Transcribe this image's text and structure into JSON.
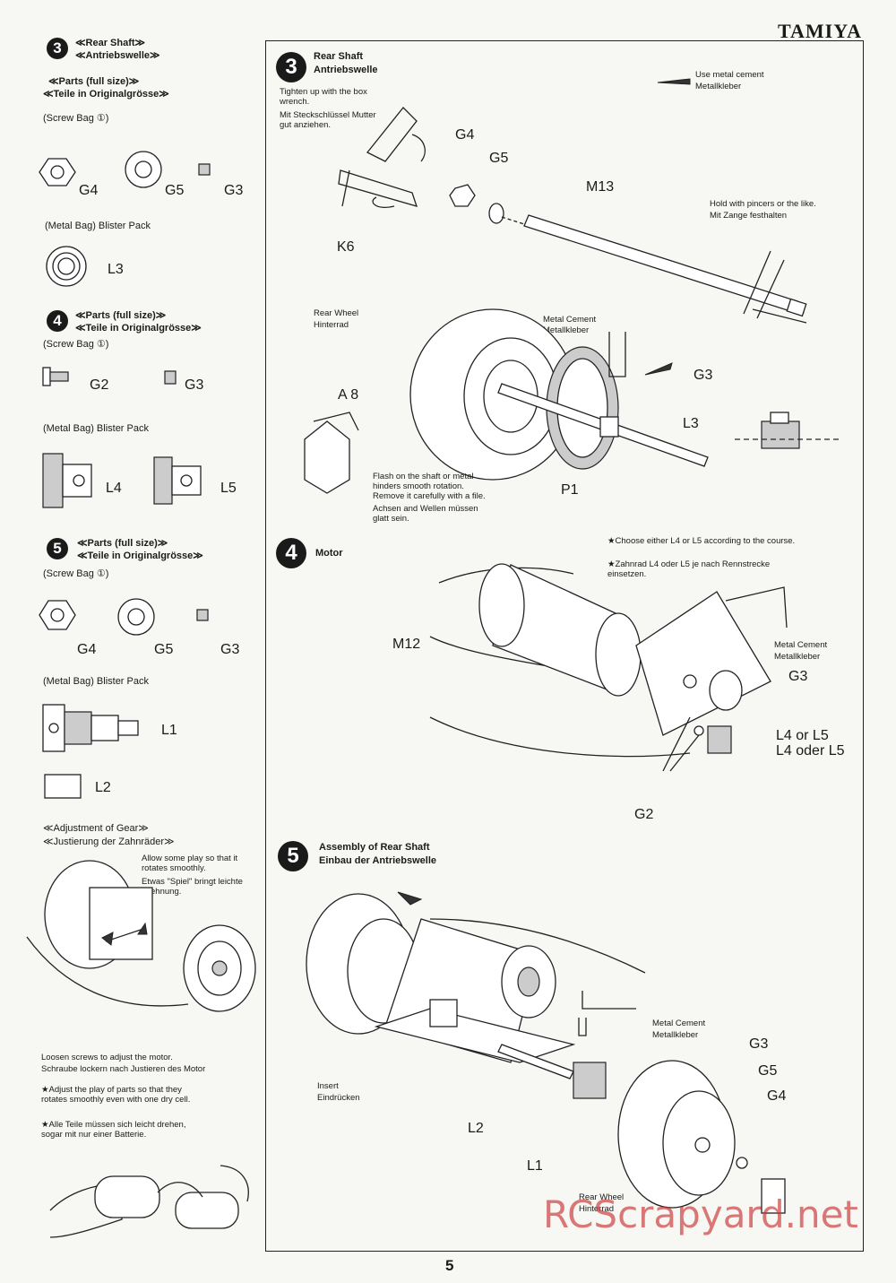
{
  "brand": "TAMIYA",
  "page_number": "5",
  "watermark": "RCScrapyard.net",
  "left": {
    "s3": {
      "num": "3",
      "title_en": "≪Rear Shaft≫",
      "title_de": "≪Antriebswelle≫",
      "parts_en": "≪Parts (full size)≫",
      "parts_de": "≪Teile in Originalgrösse≫",
      "screw_bag": "(Screw Bag ①)",
      "parts1": [
        "G4",
        "G5",
        "G3"
      ],
      "metal_bag": "(Metal Bag) Blister Pack",
      "parts2": [
        "L3"
      ]
    },
    "s4": {
      "num": "4",
      "parts_en": "≪Parts (full size)≫",
      "parts_de": "≪Teile in Originalgrösse≫",
      "screw_bag": "(Screw Bag ①)",
      "parts1": [
        "G2",
        "G3"
      ],
      "metal_bag": "(Metal Bag) Blister Pack",
      "parts2": [
        "L4",
        "L5"
      ]
    },
    "s5": {
      "num": "5",
      "parts_en": "≪Parts (full size)≫",
      "parts_de": "≪Teile in Originalgrösse≫",
      "screw_bag": "(Screw Bag ①)",
      "parts1": [
        "G4",
        "G5",
        "G3"
      ],
      "metal_bag": "(Metal Bag) Blister Pack",
      "parts2": [
        "L1",
        "L2"
      ]
    },
    "adjust": {
      "title_en": "≪Adjustment of Gear≫",
      "title_de": "≪Justierung der Zahnräder≫",
      "play_en": "Allow some play so that it rotates smoothly.",
      "play_de": "Etwas \"Spiel\" bringt leichte Drehnung.",
      "loosen_en": "Loosen screws to adjust the motor.",
      "loosen_de": "Schraube lockern nach Justieren des Motor",
      "note_en": "★Adjust the play of parts so that they rotates smoothly even with one dry cell.",
      "note_de": "★Alle Teile müssen sich leicht drehen, sogar mit nur einer Batterie."
    }
  },
  "main": {
    "s3": {
      "num": "3",
      "title_en": "Rear Shaft",
      "title_de": "Antriebswelle",
      "tighten_en": "Tighten up with the box wrench.",
      "tighten_de": "Mit Steckschlüssel Mutter gut anziehen.",
      "cement_en": "Use metal cement",
      "cement_de": "Metallkleber",
      "pincers_en": "Hold with pincers or the like.",
      "pincers_de": "Mit Zange festhalten",
      "labels": {
        "g4": "G4",
        "g5": "G5",
        "m13": "M13",
        "k6": "K6",
        "a8": "A 8",
        "g3": "G3",
        "l3": "L3",
        "p1": "P1"
      },
      "wheel_en": "Rear Wheel",
      "wheel_de": "Hinterrad",
      "mc_en": "Metal Cement",
      "mc_de": "Metallkleber",
      "flash_en": "Flash on the shaft or metal hinders smooth rotation. Remove it carefully with a file.",
      "flash_de": "Achsen and Wellen müssen glatt sein."
    },
    "s4": {
      "num": "4",
      "title": "Motor",
      "choose_en": "★Choose either L4 or L5 according to the course.",
      "choose_de": "★Zahnrad L4 oder L5 je nach Rennstrecke einsetzen.",
      "labels": {
        "m12": "M12",
        "g3": "G3",
        "g2": "G2",
        "l4l5_en": "L4 or L5",
        "l4l5_de": "L4 oder L5"
      },
      "mc_en": "Metal Cement",
      "mc_de": "Metallkleber"
    },
    "s5": {
      "num": "5",
      "title_en": "Assembly of Rear Shaft",
      "title_de": "Einbau der Antriebswelle",
      "mc_en": "Metal Cement",
      "mc_de": "Metallkleber",
      "insert_en": "Insert",
      "insert_de": "Eindrücken",
      "wheel_en": "Rear Wheel",
      "wheel_de": "Hinterrad",
      "labels": {
        "g3": "G3",
        "g5": "G5",
        "g4": "G4",
        "l2": "L2",
        "l1": "L1"
      }
    }
  }
}
